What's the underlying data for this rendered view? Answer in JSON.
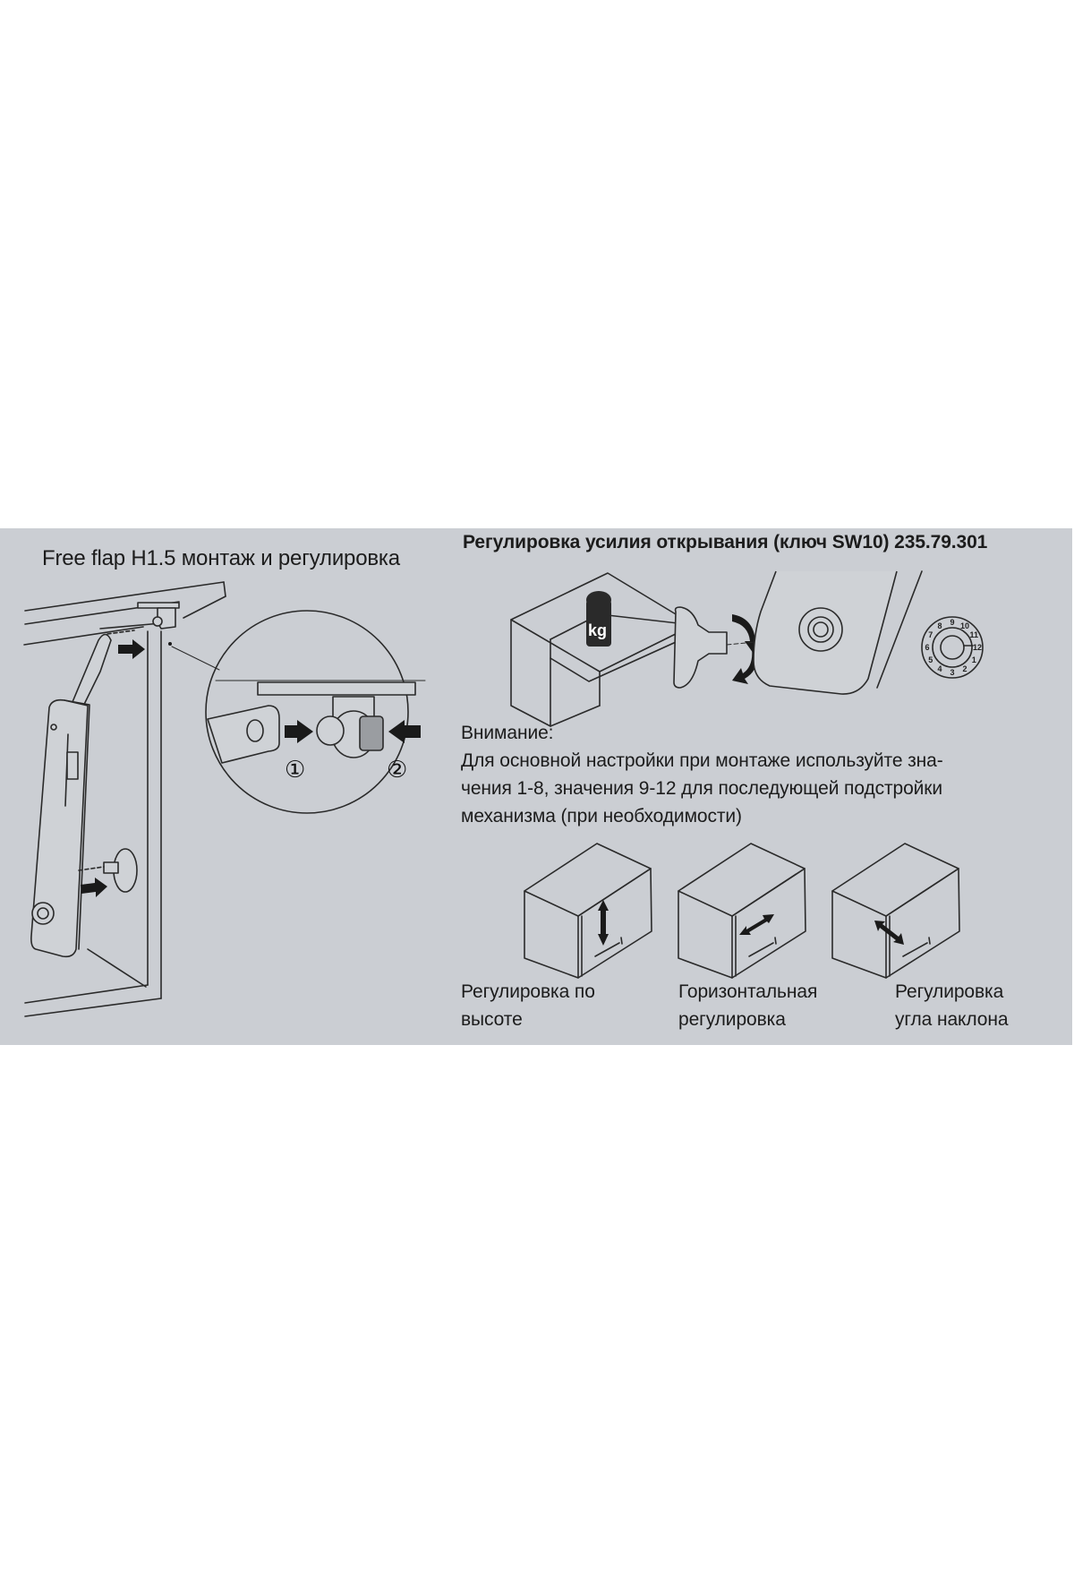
{
  "left_section": {
    "title": "Free flap H1.5 монтаж и регулировка",
    "steps": [
      "①",
      "②"
    ]
  },
  "right_section": {
    "title": "Регулировка усилия открывания (ключ SW10) 235.79.301",
    "weight_label": "kg",
    "dial_values": [
      "1",
      "2",
      "3",
      "4",
      "5",
      "6",
      "7",
      "8",
      "9",
      "10",
      "11",
      "12"
    ],
    "notice": {
      "heading": "Внимание:",
      "lines": [
        "Для основной настройки при монтаже используйте зна-",
        "чения 1-8, значения 9-12 для последующей подстройки",
        "механизма (при необходимости)"
      ]
    },
    "adjustments": [
      {
        "line1": "Регулировка по",
        "line2": "высоте",
        "icon": "vertical-arrow-icon"
      },
      {
        "line1": "Горизонтальная",
        "line2": "регулировка",
        "icon": "horizontal-arrow-icon"
      },
      {
        "line1": "Регулировка",
        "line2": "угла наклона",
        "icon": "tilt-arrow-icon"
      }
    ]
  },
  "colors": {
    "panel_background": "#cbced3",
    "line": "#2a2a2a",
    "text": "#1c1c1c"
  }
}
